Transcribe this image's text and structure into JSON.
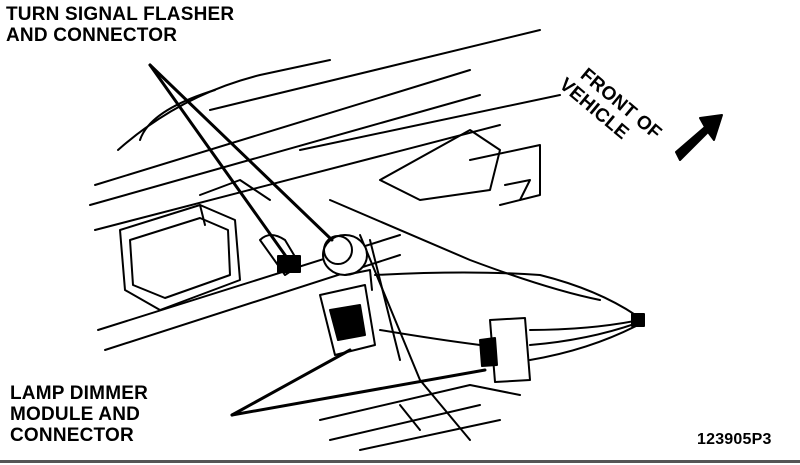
{
  "labels": {
    "turn_signal_line1": "TURN SIGNAL FLASHER",
    "turn_signal_line2": "AND CONNECTOR",
    "front_line1": "FRONT OF",
    "front_line2": "VEHICLE",
    "lamp_line1": "LAMP DIMMER",
    "lamp_line2": "MODULE AND",
    "lamp_line3": "CONNECTOR",
    "figure_code": "123905P3"
  },
  "colors": {
    "ink": "#000000",
    "paper": "#ffffff"
  }
}
